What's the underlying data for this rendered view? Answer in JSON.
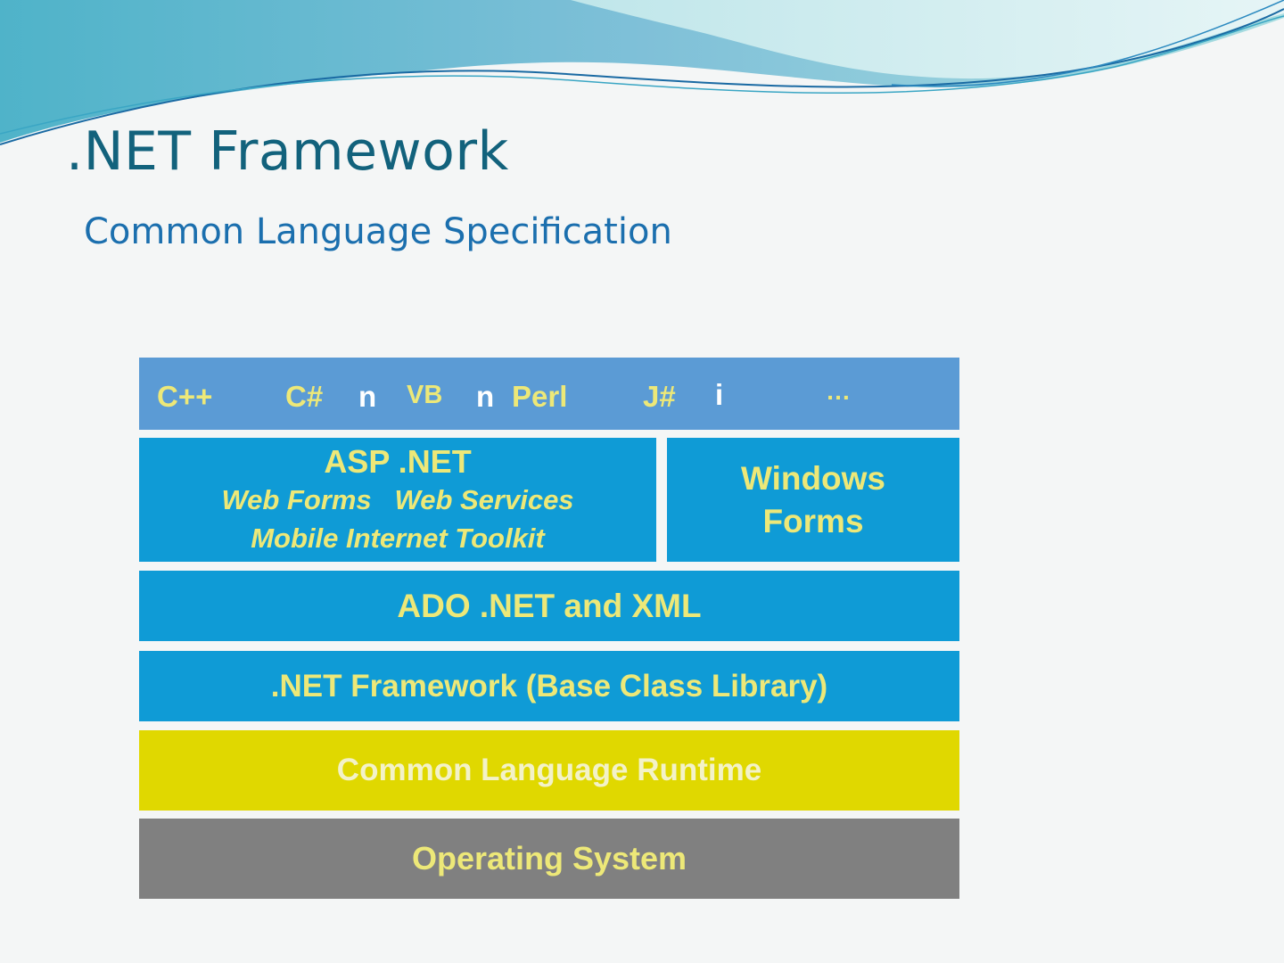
{
  "slide": {
    "title": ".NET Framework",
    "subtitle": "Common Language Specification"
  },
  "languages": {
    "items": [
      "C++",
      "C#",
      "VB",
      "Perl",
      "J#",
      "…"
    ],
    "fragments": [
      "n",
      "n",
      "i"
    ]
  },
  "asp": {
    "title": "ASP .NET",
    "line2": "Web Forms   Web Services",
    "line3": "Mobile Internet Toolkit"
  },
  "winforms": {
    "line1": "Windows",
    "line2": "Forms"
  },
  "ado": "ADO .NET and XML",
  "bcl": ".NET Framework (Base Class Library)",
  "clr": "Common Language Runtime",
  "os": "Operating System",
  "colors": {
    "title": "#12627c",
    "subtitle": "#1b6fae",
    "language_bar": "#5b9bd5",
    "layer_blue": "#0f9bd6",
    "clr_yellow": "#e0d800",
    "os_gray": "#808080",
    "label_text": "#ede878"
  }
}
